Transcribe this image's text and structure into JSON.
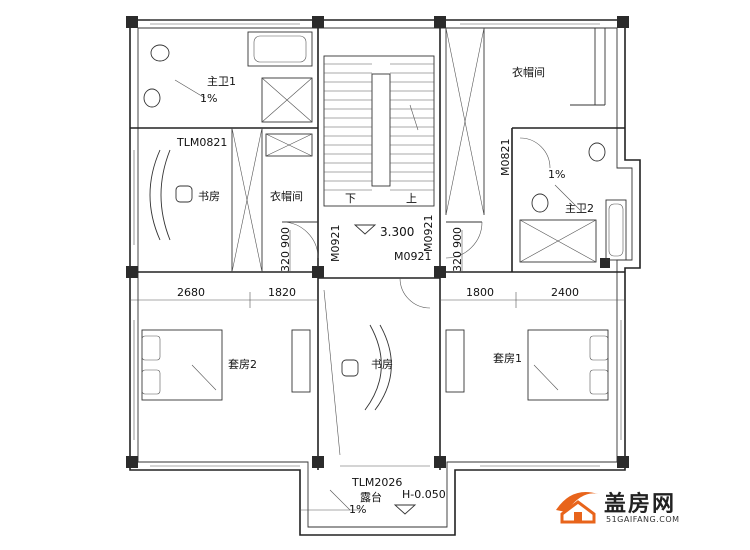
{
  "rooms": {
    "master_bath_1": "主卫1",
    "master_bath_2": "主卫2",
    "wardrobe_top_right": "衣帽间",
    "wardrobe_left": "衣帽间",
    "study_left": "书房",
    "study_center": "书房",
    "suite_2": "套房2",
    "suite_1": "套房1",
    "terrace": "露台"
  },
  "stairs": {
    "down": "下",
    "up": "上",
    "level": "3.300"
  },
  "doors": {
    "window_tlm0821": "TLM0821",
    "door_m0821": "M0821",
    "door_m0921_a": "M0921",
    "door_m0921_b": "M0921",
    "door_m0921_c": "M0921",
    "window_tlm2026": "TLM2026"
  },
  "slopes": {
    "bath1": "1%",
    "bath2": "1%",
    "terrace": "1%"
  },
  "terrace_level": "H-0.050",
  "dimensions": {
    "left_a": "2680",
    "left_b": "1820",
    "right_a": "1800",
    "right_b": "2400",
    "door_900_a": "900",
    "door_320_a": "320",
    "door_900_b": "900",
    "door_320_b": "320"
  },
  "logo": {
    "brand": "盖房网",
    "site": "51GAIFANG.COM",
    "brand_color": "#e8641b"
  }
}
